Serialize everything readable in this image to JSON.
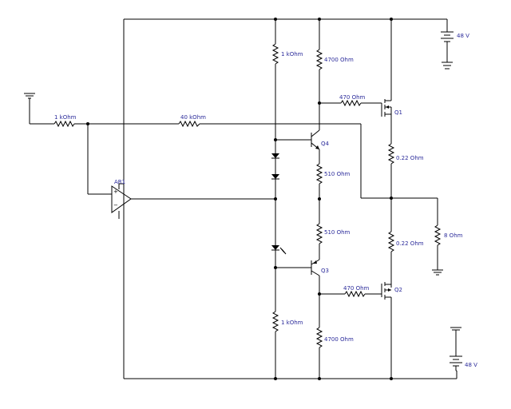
{
  "colors": {
    "wire": "#000000",
    "label": "#2a2a9a",
    "background": "#ffffff"
  },
  "components": {
    "r_input": "1 kOhm",
    "r_feedback": "40 kOhm",
    "r_top_bias": "1 kOhm",
    "r_bottom_bias": "1 kOhm",
    "r_q4_collector": "4700 Ohm",
    "r_q3_collector": "4700 Ohm",
    "r_gate_q1": "470 Ohm",
    "r_gate_q2": "470 Ohm",
    "r_q4_emitter": "510 Ohm",
    "r_q3_emitter": "510 Ohm",
    "r_source_q1": "0.22 Ohm",
    "r_source_q2": "0.22 Ohm",
    "r_load": "8 Ohm",
    "opamp": "AR1",
    "q1": "Q1",
    "q2": "Q2",
    "q3": "Q3",
    "q4": "Q4",
    "supply_top": "48 V",
    "supply_bottom": "48 V"
  }
}
